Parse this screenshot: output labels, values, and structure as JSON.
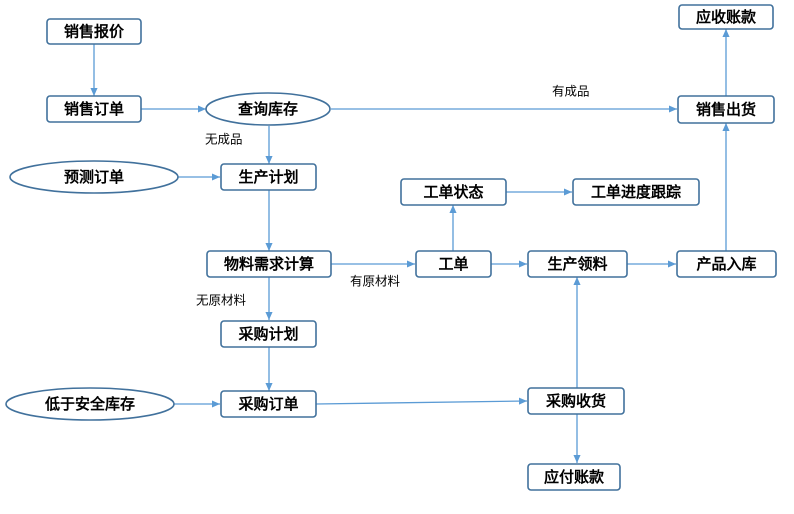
{
  "nodes": {
    "sales_quote": "销售报价",
    "sales_order": "销售订单",
    "query_inventory": "查询库存",
    "forecast_order": "预测订单",
    "production_plan": "生产计划",
    "mrp": "物料需求计算",
    "purchase_plan": "采购计划",
    "below_safety_stock": "低于安全库存",
    "purchase_order": "采购订单",
    "purchase_receipt": "采购收货",
    "accounts_payable": "应付账款",
    "work_order": "工单",
    "work_order_status": "工单状态",
    "work_order_tracking": "工单进度跟踪",
    "production_picking": "生产领料",
    "product_warehousing": "产品入库",
    "sales_delivery": "销售出货",
    "accounts_receivable": "应收账款"
  },
  "edge_labels": {
    "has_finished_goods": "有成品",
    "no_finished_goods": "无成品",
    "has_raw_material": "有原材料",
    "no_raw_material": "无原材料"
  },
  "colors": {
    "node_border": "#41719c",
    "edge": "#5b9bd5",
    "text": "#000000"
  }
}
